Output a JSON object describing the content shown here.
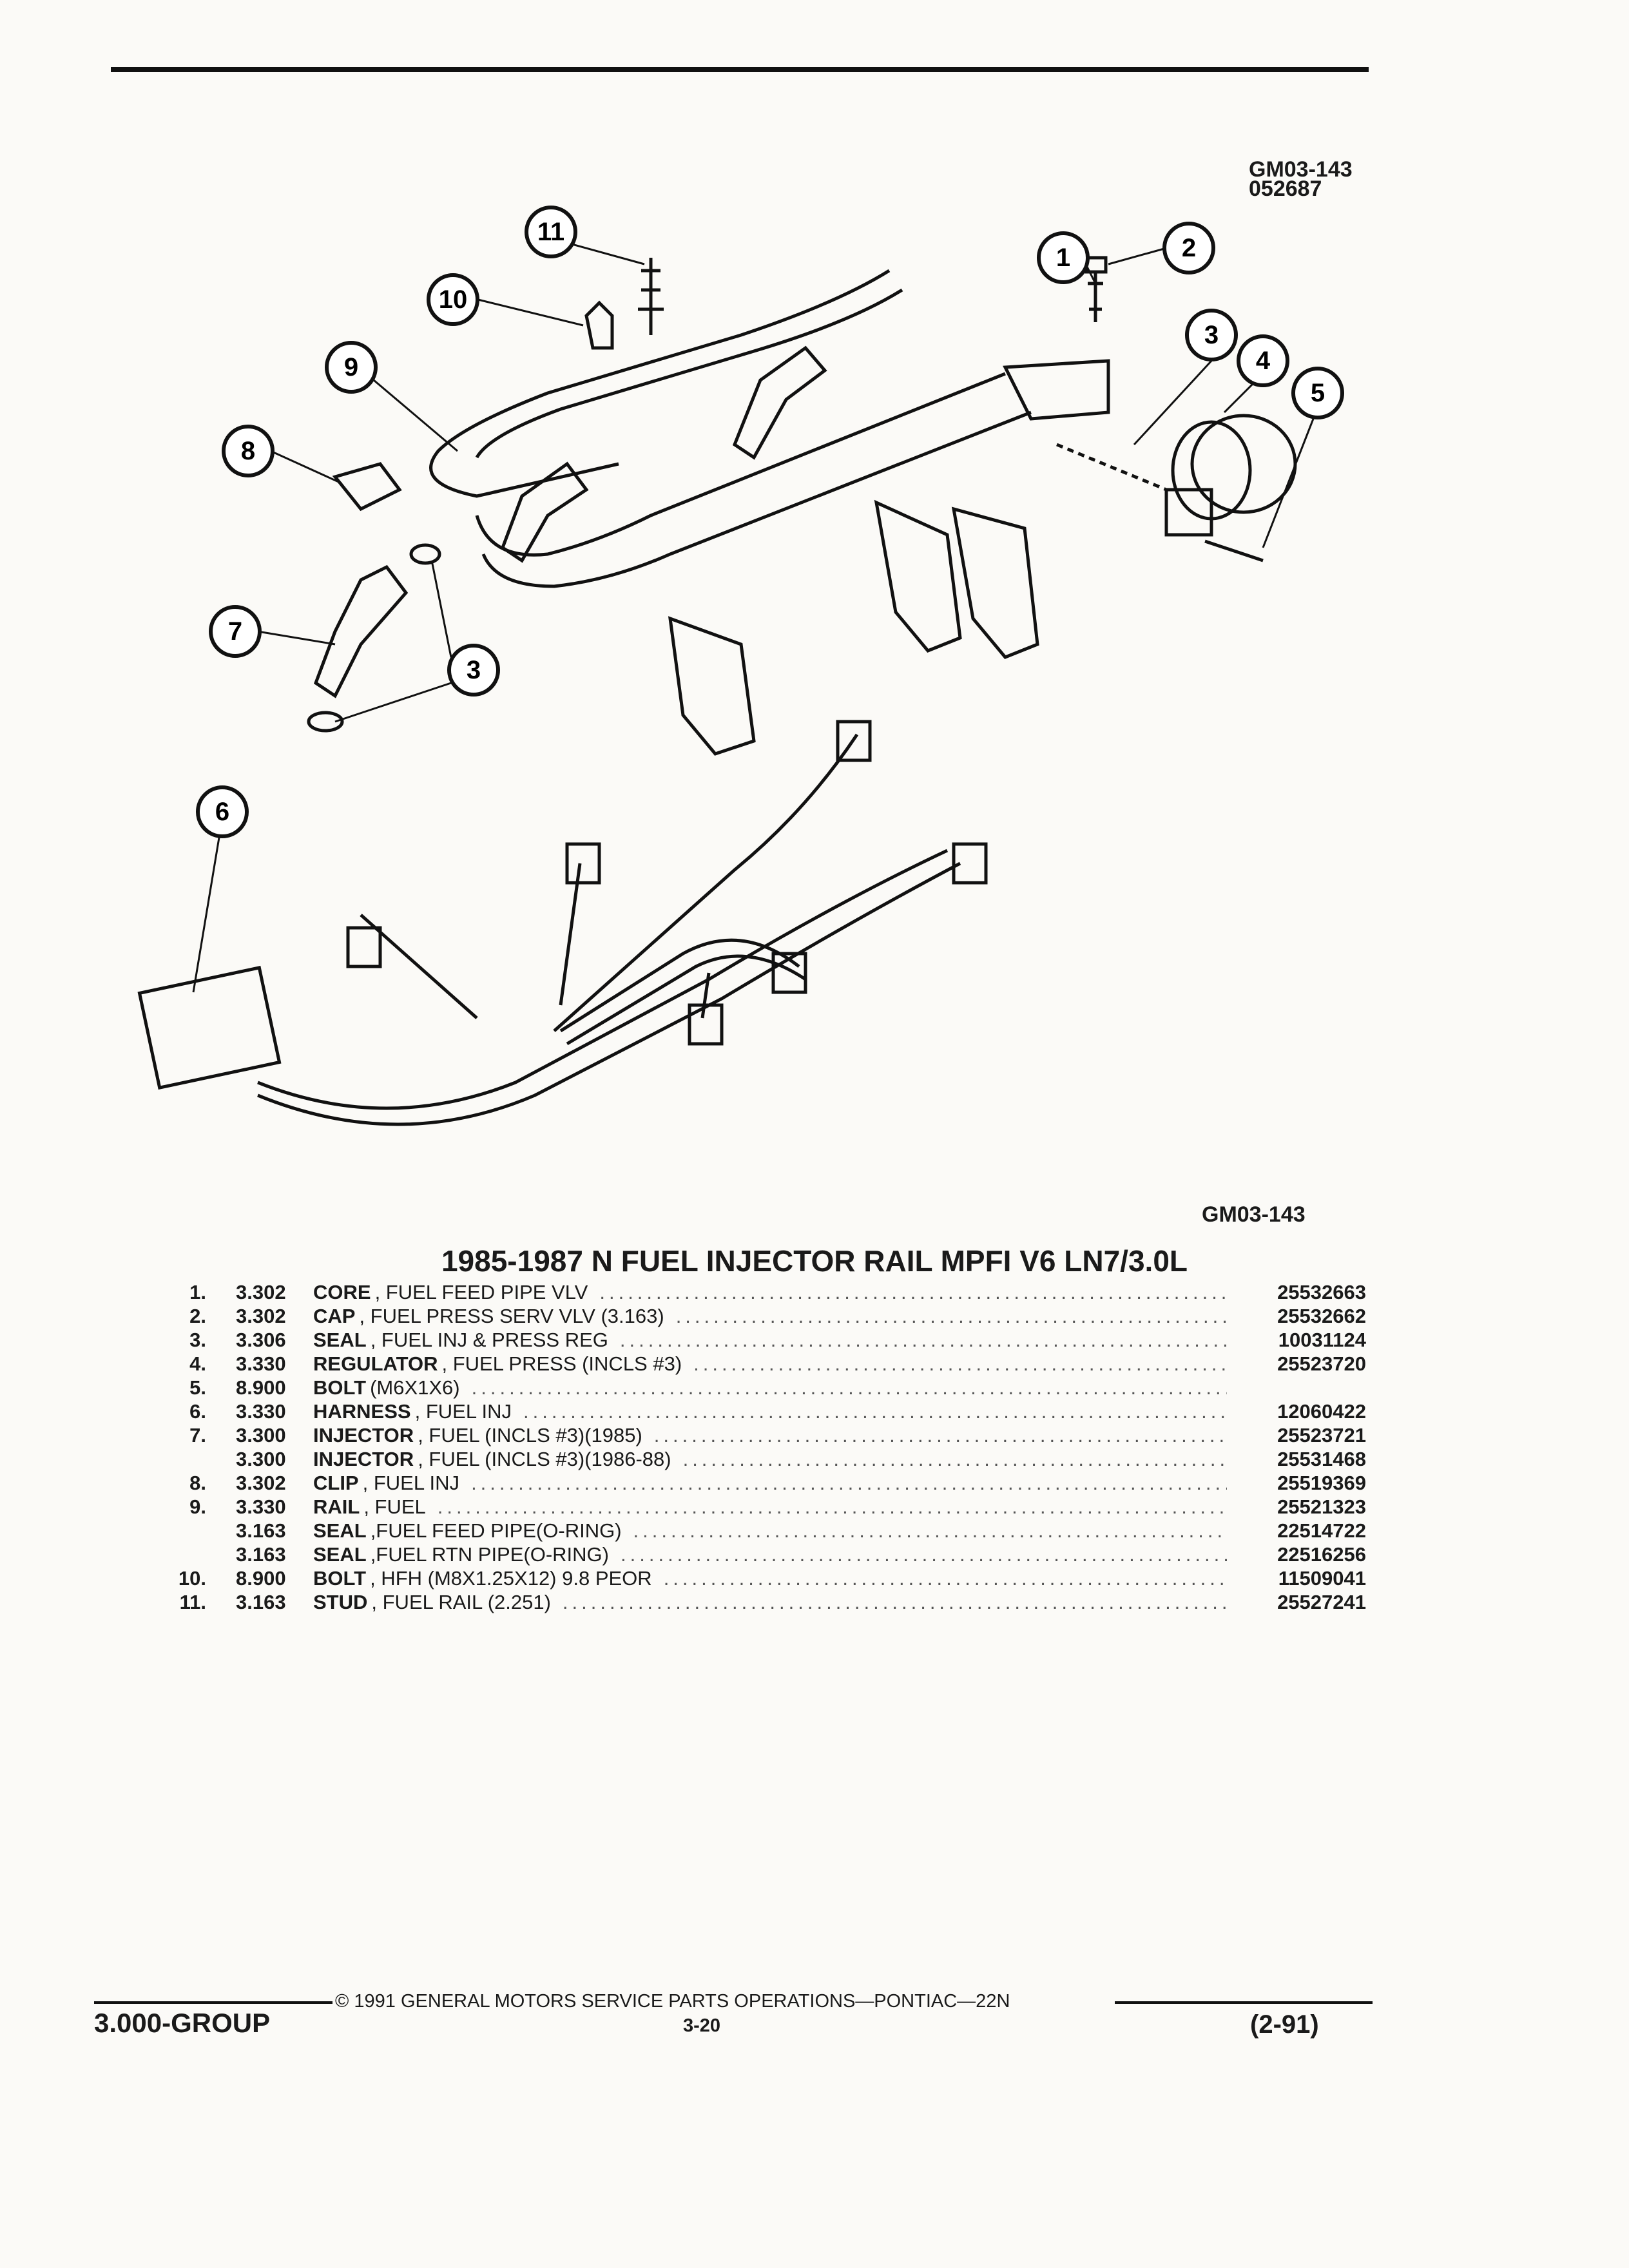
{
  "diagram_ref_top": [
    "GM03-143",
    "052687"
  ],
  "diagram_ref_bottom": "GM03-143",
  "callouts": [
    "1",
    "2",
    "3",
    "4",
    "5",
    "6",
    "7",
    "8",
    "9",
    "10",
    "11",
    "3"
  ],
  "title": "1985-1987 N FUEL INJECTOR RAIL MPFI V6 LN7/3.0L",
  "parts": [
    {
      "item": "1.",
      "group": "3.302",
      "name": "CORE",
      "desc": ", FUEL FEED PIPE VLV",
      "part": "25532663"
    },
    {
      "item": "2.",
      "group": "3.302",
      "name": "CAP",
      "desc": ", FUEL PRESS SERV VLV (3.163)",
      "part": "25532662"
    },
    {
      "item": "3.",
      "group": "3.306",
      "name": "SEAL",
      "desc": ", FUEL INJ & PRESS REG",
      "part": "10031124"
    },
    {
      "item": "4.",
      "group": "3.330",
      "name": "REGULATOR",
      "desc": ", FUEL PRESS (INCLS #3)",
      "part": "25523720"
    },
    {
      "item": "5.",
      "group": "8.900",
      "name": "BOLT",
      "desc": "(M6X1X6)",
      "part": ""
    },
    {
      "item": "6.",
      "group": "3.330",
      "name": "HARNESS",
      "desc": ", FUEL INJ",
      "part": "12060422"
    },
    {
      "item": "7.",
      "group": "3.300",
      "name": "INJECTOR",
      "desc": ", FUEL (INCLS #3)(1985)",
      "part": "25523721"
    },
    {
      "item": "",
      "group": "3.300",
      "name": "INJECTOR",
      "desc": ", FUEL (INCLS #3)(1986-88)",
      "part": "25531468"
    },
    {
      "item": "8.",
      "group": "3.302",
      "name": "CLIP",
      "desc": ", FUEL INJ",
      "part": "25519369"
    },
    {
      "item": "9.",
      "group": "3.330",
      "name": "RAIL",
      "desc": ", FUEL",
      "part": "25521323"
    },
    {
      "item": "",
      "group": "3.163",
      "name": "SEAL",
      "desc": ",FUEL FEED PIPE(O-RING)",
      "part": "22514722"
    },
    {
      "item": "",
      "group": "3.163",
      "name": "SEAL",
      "desc": ",FUEL RTN PIPE(O-RING)",
      "part": "22516256"
    },
    {
      "item": "10.",
      "group": "8.900",
      "name": "BOLT",
      "desc": ", HFH (M8X1.25X12) 9.8 PEOR",
      "part": "11509041"
    },
    {
      "item": "11.",
      "group": "3.163",
      "name": "STUD",
      "desc": ", FUEL RAIL (2.251)",
      "part": "25527241"
    }
  ],
  "footer": {
    "copyright": "© 1991 GENERAL MOTORS SERVICE PARTS OPERATIONS—PONTIAC—22N",
    "group": "3.000-GROUP",
    "page": "3-20",
    "date": "(2-91)"
  }
}
